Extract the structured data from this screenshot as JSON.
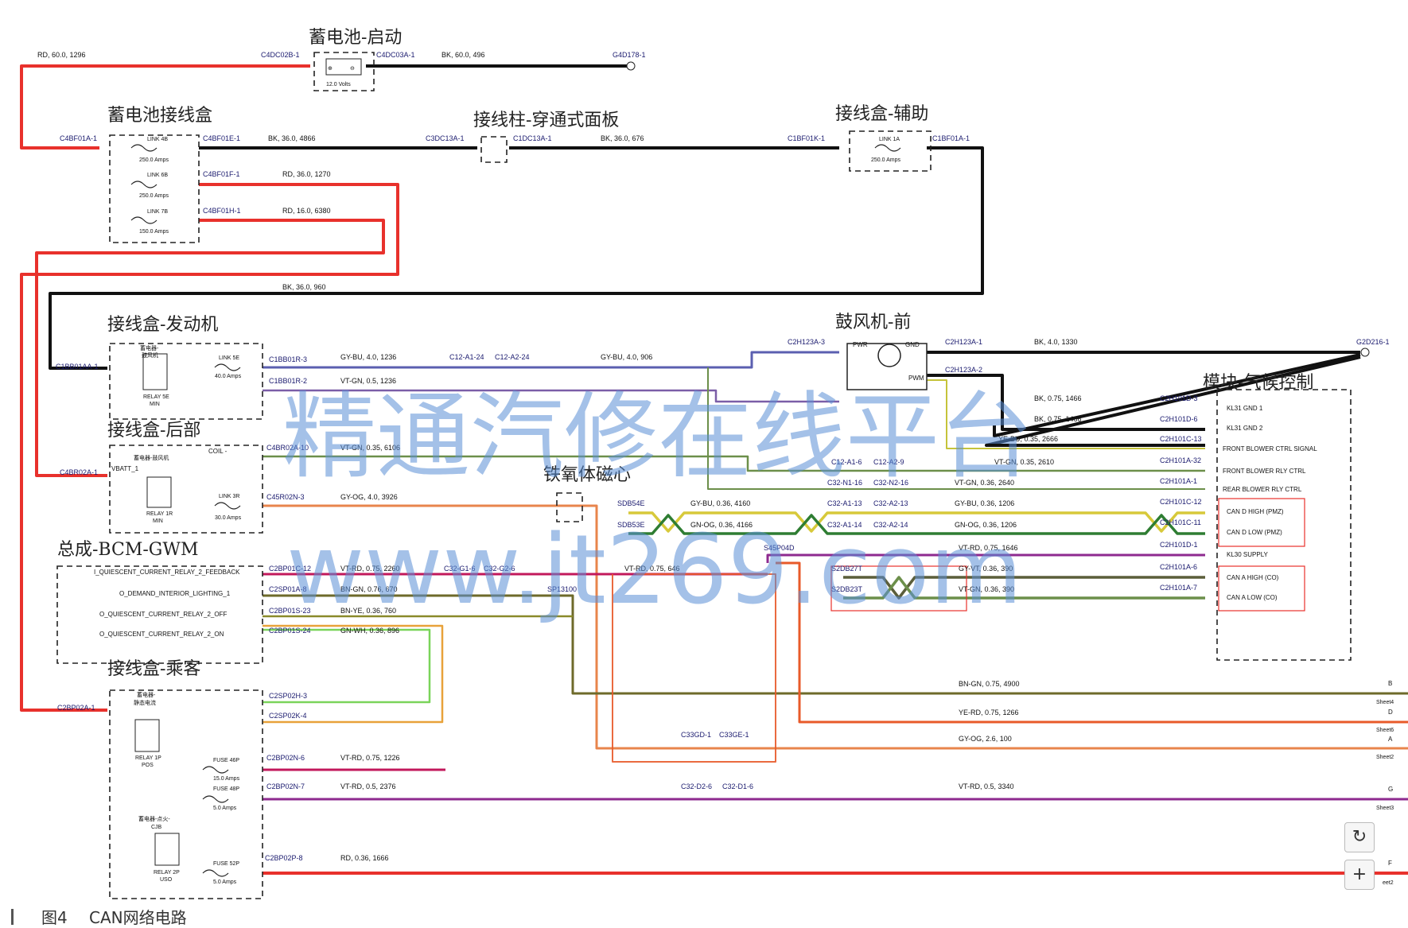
{
  "titles": {
    "battery_start": "蓄电池-启动",
    "battery_jb": "蓄电池接线盒",
    "terminal_panel": "接线柱-穿通式面板",
    "jb_aux": "接线盒-辅助",
    "jb_engine": "接线盒-发动机",
    "blower_front": "鼓风机-前",
    "climate_module": "模块-气候控制",
    "jb_rear": "接线盒-后部",
    "ferrite": "铁氧体磁心",
    "bcm": "总成-BCM-GWM",
    "jb_pass": "接线盒-乘客"
  },
  "caption": {
    "num": "图4",
    "text": "CAN网络电路"
  },
  "watermark": {
    "line1": "精通汽修在线平台",
    "line2": "www.jt269.com"
  },
  "battery_volts": "12.0 Volts",
  "connectors": {
    "c4dc02b": "C4DC02B-1",
    "c4dc03a": "C4DC03A-1",
    "g4d178": "G4D178-1",
    "c4bf01a": "C4BF01A-1",
    "c4bf01e": "C4BF01E-1",
    "c4bf01f": "C4BF01F-1",
    "c4bf01h": "C4BF01H-1",
    "c3dc13a": "C3DC13A-1",
    "c1dc13a": "C1DC13A-1",
    "c1bf01k": "C1BF01K-1",
    "c1bf01a": "C1BF01A-1",
    "c1bb01aa": "C1BB01AA-1",
    "c1bb01r3": "C1BB01R-3",
    "c1bb01r2": "C1BB01R-2",
    "c12a124": "C12-A1-24",
    "c12a224": "C12-A2-24",
    "c2h123a3": "C2H123A-3",
    "c2h123a1": "C2H123A-1",
    "c2h123a2": "C2H123A-2",
    "g2d216": "G2D216-1",
    "c2h101d3": "C2H101D-3",
    "c2h101d6": "C2H101D-6",
    "c2h101c13": "C2H101C-13",
    "c2h101a32": "C2H101A-32",
    "c2h101a1": "C2H101A-1",
    "c2h101c12": "C2H101C-12",
    "c2h101c11": "C2H101C-11",
    "c2h101d1": "C2H101D-1",
    "c2h101a6": "C2H101A-6",
    "c2h101a7": "C2H101A-7",
    "c4br02a10": "C4BR02A-10",
    "c4br02a1": "C4BR02A-1",
    "c45r02n3": "C45R02N-3",
    "c12a16": "C12-A1-6",
    "c12a29": "C12-A2-9",
    "c32n116": "C32-N1-16",
    "c32n216": "C32-N2-16",
    "sdb54e": "SDB54E",
    "sdb53e": "SDB53E",
    "c32a113": "C32-A1-13",
    "c32a213": "C32-A2-13",
    "c32a114": "C32-A1-14",
    "c32a214": "C32-A2-14",
    "s45p04d": "S45P04D",
    "s2db27t": "S2DB27T",
    "s2db23t": "S2DB23T",
    "c2bp01c12": "C2BP01C-12",
    "c32g16": "C32-G1-6",
    "c32g26": "C32-G2-6",
    "c2sp01a8": "C2SP01A-8",
    "sp13100": "SP13100",
    "c2bp01s23": "C2BP01S-23",
    "c2bp01s24": "C2BP01S-24",
    "c2sp02h3": "C2SP02H-3",
    "c2sp02k4": "C2SP02K-4",
    "c2bp02a1": "C2BP02A-1",
    "c2bp02n6": "C2BP02N-6",
    "c2bp02n7": "C2BP02N-7",
    "c2bp02p8": "C2BP02P-8",
    "c33gd1": "C33GD-1",
    "c33ge1": "C33GE-1",
    "c32d26": "C32-D2-6",
    "c32d16": "C32-D1-6"
  },
  "wires": {
    "w1": "RD, 60.0, 1296",
    "w2": "BK, 60.0, 496",
    "w3": "BK, 36.0, 4866",
    "w4": "BK, 36.0, 676",
    "w5": "RD, 36.0, 1270",
    "w6": "RD, 16.0, 6380",
    "w7": "BK, 36.0, 960",
    "w8": "GY-BU, 4.0, 1236",
    "w9": "GY-BU, 4.0, 906",
    "w10": "VT-GN, 0.5, 1236",
    "w11": "BK, 4.0, 1330",
    "w12": "BK, 0.75, 1466",
    "w13": "BK, 0.75, 1466",
    "w14": "YE-BU, 0.35, 2666",
    "w15": "VT-GN, 0.35, 6106",
    "w16": "VT-GN, 0.35, 2610",
    "w17": "VT-GN, 0.36, 2640",
    "w18": "GY-OG, 4.0, 3926",
    "w19": "GY-BU, 0.36, 4160",
    "w20": "GN-OG, 0.36, 4166",
    "w21": "GY-BU, 0.36, 1206",
    "w22": "GN-OG, 0.36, 1206",
    "w23": "VT-RD, 0.75, 1646",
    "w24": "VT-RD, 0.75, 2260",
    "w25": "VT-RD, 0.75, 646",
    "w26": "GY-VT, 0.36, 390",
    "w27": "VT-GN, 0.36, 390",
    "w28": "BN-GN, 0.76, 670",
    "w29": "BN-YE, 0.36, 760",
    "w30": "GN-WH, 0.36, 896",
    "w31": "BN-GN, 0.75, 4900",
    "w32": "YE-RD, 0.75, 1266",
    "w33": "GY-OG, 2.6, 100",
    "w34": "VT-RD, 0.75, 1226",
    "w35": "VT-RD, 0.5, 2376",
    "w36": "VT-RD, 0.5, 3340",
    "w37": "RD, 0.36, 1666"
  },
  "fuses": {
    "link4b": "LINK 4B",
    "link4b_amp": "250.0 Amps",
    "link6b": "LINK 6B",
    "link6b_amp": "250.0 Amps",
    "link7b": "LINK 7B",
    "link7b_amp": "150.0 Amps",
    "link1a": "LINK 1A",
    "link1a_amp": "250.0 Amps",
    "link5e": "LINK 5E",
    "link5e_amp": "40.0 Amps",
    "link3r": "LINK 3R",
    "link3r_amp": "30.0 Amps",
    "fuse46p": "FUSE 46P",
    "fuse46p_amp": "15.0 Amps",
    "fuse48p": "FUSE 48P",
    "fuse48p_amp": "5.0 Amps",
    "fuse52p": "FUSE 52P",
    "fuse52p_amp": "5.0 Amps"
  },
  "relays": {
    "eng_title1": "蓄电器-",
    "eng_title2": "鼓风机",
    "eng_sub": "RELAY 5E",
    "eng_sub2": "MIN",
    "rear_title": "蓄电器-鼓风机",
    "rear_sub": "RELAY 1R",
    "rear_sub2": "MIN",
    "pass1_title1": "蓄电器-",
    "pass1_title2": "静态电流",
    "pass1_sub": "RELAY 1P",
    "pass1_sub2": "POS",
    "pass2_title1": "蓄电器-点火-",
    "pass2_title2": "CJB",
    "pass2_sub": "RELAY 2P",
    "pass2_sub2": "USO"
  },
  "pins": {
    "vbatt": "VBATT_1",
    "coil": "COIL -",
    "pwr": "PWR",
    "gnd": "GND",
    "pwm": "PWM",
    "bcm1": "I_QUIESCENT_CURRENT_RELAY_2_FEEDBACK",
    "bcm2": "O_DEMAND_INTERIOR_LIGHTING_1",
    "bcm3": "O_QUIESCENT_CURRENT_RELAY_2_OFF",
    "bcm4": "O_QUIESCENT_CURRENT_RELAY_2_ON",
    "m1": "KL31 GND 1",
    "m2": "KL31 GND 2",
    "m3": "FRONT BLOWER CTRL SIGNAL",
    "m4": "FRONT BLOWER RLY CTRL",
    "m5": "REAR BLOWER RLY CTRL",
    "m6": "CAN D HIGH (PMZ)",
    "m7": "CAN D LOW (PMZ)",
    "m8": "KL30 SUPPLY",
    "m9": "CAN A HIGH (CO)",
    "m10": "CAN A LOW (CO)"
  },
  "offpage": {
    "b": "B",
    "b_sheet": "Sheet4",
    "d": "D",
    "d_sheet": "Sheet6",
    "a": "A",
    "a_sheet": "Sheet2",
    "g": "G",
    "g_sheet": "Sheet3",
    "f": "F",
    "f_sheet": "eet2"
  },
  "controls": {
    "rotate": "↻",
    "zoom": "+"
  },
  "colors": {
    "red": "#e8312c",
    "black": "#111111",
    "can_yellow": "#d7c93a",
    "can_green": "#2e7d32",
    "purple": "#8e2a8f"
  }
}
